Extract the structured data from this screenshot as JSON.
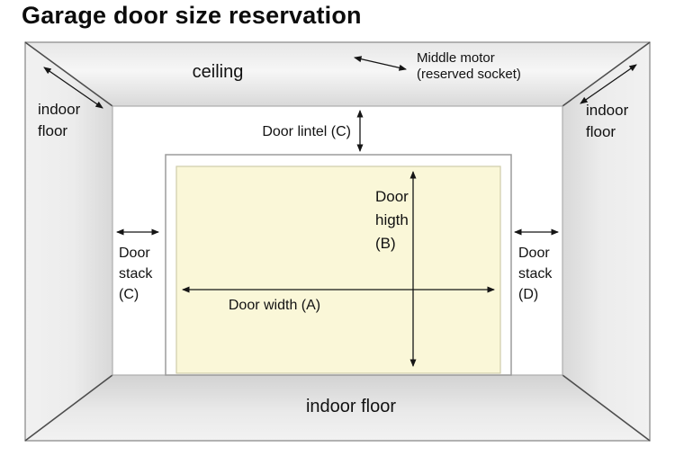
{
  "title": "Garage door size reservation",
  "diagram": {
    "labels": {
      "ceiling": "ceiling",
      "middle_motor_line1": "Middle motor",
      "middle_motor_line2": "(reserved socket)",
      "indoor_floor_left_line1": "indoor",
      "indoor_floor_left_line2": "floor",
      "indoor_floor_right_line1": "indoor",
      "indoor_floor_right_line2": "floor",
      "door_lintel": "Door lintel (C)",
      "door_height_line1": "Door",
      "door_height_line2": "higth",
      "door_height_line3": "(B)",
      "door_width": "Door width (A)",
      "door_stack_left_line1": "Door",
      "door_stack_left_line2": "stack",
      "door_stack_left_line3": "(C)",
      "door_stack_right_line1": "Door",
      "door_stack_right_line2": "stack",
      "door_stack_right_line3": "(D)",
      "indoor_floor_bottom": "indoor floor"
    },
    "colors": {
      "door_panel": "#FAF7D8",
      "door_panel_border": "#cfcca9",
      "structure_line": "#9b9b9b",
      "corner_line": "#4d4d4d",
      "arrow": "#151515"
    }
  }
}
